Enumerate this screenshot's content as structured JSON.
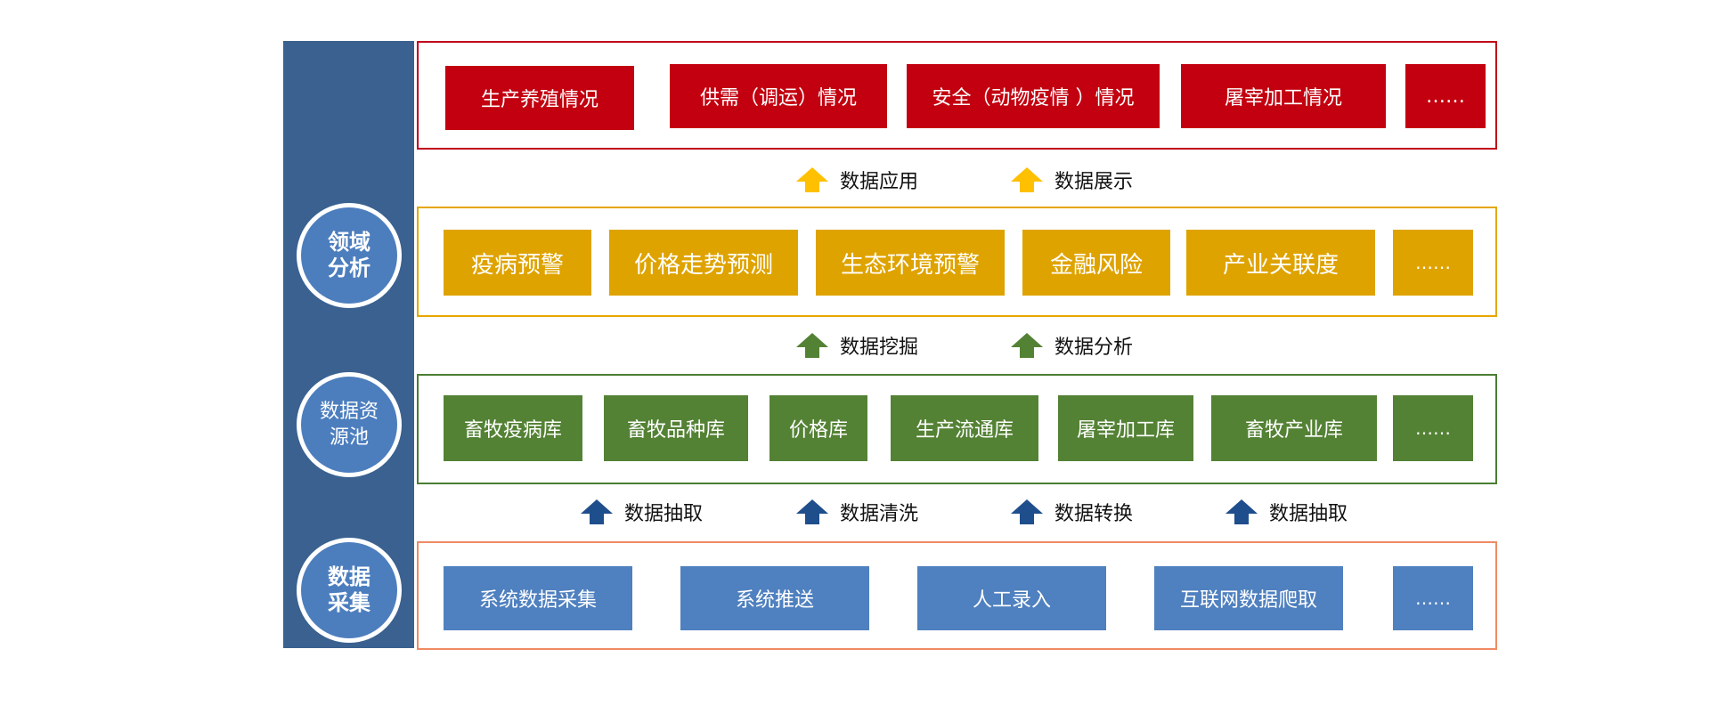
{
  "colors": {
    "side_bar": "#3A6190",
    "circle": "#4C7EBE",
    "application": "#C3000F",
    "analysis": "#DFA300",
    "resource_pool": "#548235",
    "collection": "#4F80BF",
    "arrow_application": "#FFC000",
    "arrow_mining": "#548235",
    "arrow_etl": "#1F4E8C"
  },
  "layers": {
    "analysis": {
      "label": "领域\n分析"
    },
    "resource_pool": {
      "label": "数据资\n源池"
    },
    "collection": {
      "label": "数据\n采集"
    }
  },
  "application_items": [
    "生产养殖情况",
    "供需（调运）情况",
    "安全（动物疫情 ）情况",
    "屠宰加工情况",
    "……"
  ],
  "analysis_items": [
    "疫病预警",
    "价格走势预测",
    "生态环境预警",
    "金融风险",
    "产业关联度",
    "……"
  ],
  "resource_pool_items": [
    "畜牧疫病库",
    "畜牧品种库",
    "价格库",
    "生产流通库",
    "屠宰加工库",
    "畜牧产业库",
    "……"
  ],
  "collection_items": [
    "系统数据采集",
    "系统推送",
    "人工录入",
    "互联网数据爬取",
    "……"
  ],
  "arrows": {
    "application": [
      {
        "label": "数据应用",
        "icon": "up-arrow-icon"
      },
      {
        "label": "数据展示",
        "icon": "up-arrow-icon"
      }
    ],
    "mining": [
      {
        "label": "数据挖掘",
        "icon": "up-arrow-icon"
      },
      {
        "label": "数据分析",
        "icon": "up-arrow-icon"
      }
    ],
    "etl": [
      {
        "label": "数据抽取",
        "icon": "up-arrow-icon"
      },
      {
        "label": "数据清洗",
        "icon": "up-arrow-icon"
      },
      {
        "label": "数据转换",
        "icon": "up-arrow-icon"
      },
      {
        "label": "数据抽取",
        "icon": "up-arrow-icon"
      }
    ]
  }
}
